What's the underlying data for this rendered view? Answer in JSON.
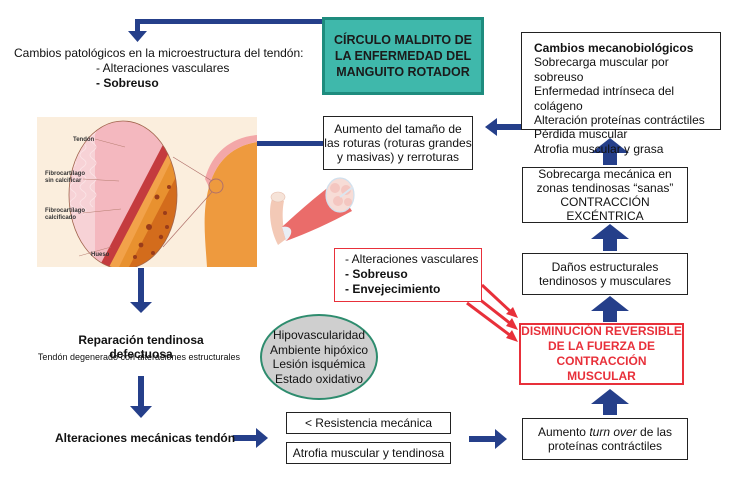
{
  "title": "CÍRCULO MALDITO DE LA ENFERMEDAD DEL MANGUITO ROTADOR",
  "title_lines": [
    "CÍRCULO MALDITO DE",
    "LA ENFERMEDAD DEL",
    "MANGUITO ROTADOR"
  ],
  "colors": {
    "arrow": "#253f8a",
    "title_fill": "#3fb8ab",
    "title_border": "#1e8c7e",
    "red": "#e8303a",
    "ellipse_fill": "#cfcfcf",
    "ellipse_border": "#2e8c6e"
  },
  "pathological": {
    "heading": "Cambios patológicos en la microestructura del tendón:",
    "items": [
      "- Alteraciones vasculares",
      "- Sobreuso"
    ]
  },
  "illustration": {
    "labels": [
      "Tendón",
      "Fibrocartílago sin calcificar",
      "Fibrocartílago calcificado",
      "Hueso"
    ],
    "label_lines": {
      "tendon": "Tendón",
      "fib_sin_1": "Fibrocartílago",
      "fib_sin_2": "sin calcificar",
      "fib_cal_1": "Fibrocartílago",
      "fib_cal_2": "calcificado",
      "hueso": "Hueso"
    }
  },
  "tear_box": {
    "lines": [
      "Aumento del tamaño de",
      "las roturas (roturas grandes",
      "y masivas) y rerroturas"
    ]
  },
  "mechanobiological": {
    "heading": "Cambios mecanobiológicos",
    "items": [
      "Sobrecarga muscular por sobreuso",
      "Enfermedad intrínseca del colágeno",
      "Alteración proteínas contráctiles",
      "Pérdida muscular",
      "Atrofia muscular y grasa"
    ]
  },
  "overload_box": {
    "lines": [
      "Sobrecarga mecánica en",
      "zonas tendinosas “sanas”",
      "CONTRACCIÓN EXCÉNTRICA"
    ]
  },
  "damage_box": {
    "lines": [
      "Daños estructurales",
      "tendinosos y musculares"
    ]
  },
  "risk_factors": {
    "items": [
      "- Alteraciones vasculares",
      "- Sobreuso",
      "- Envejecimiento"
    ]
  },
  "reversible_box": {
    "lines": [
      "DISMINUCIÓN REVERSIBLE",
      "DE LA FUERZA DE",
      "CONTRACCIÓN MUSCULAR"
    ]
  },
  "repair": {
    "heading": "Reparación tendinosa defectuosa",
    "subheading": "Tendón degenerado con alteraciones estructurales"
  },
  "ellipse": {
    "lines": [
      "Hipovascularidad",
      "Ambiente hipóxico",
      "Lesión isquémica",
      "Estado oxidativo"
    ]
  },
  "mechanical": {
    "label": "Alteraciones mecánicas tendón"
  },
  "resistance_box": {
    "text": "< Resistencia mecánica"
  },
  "atrophy_box": {
    "text": "Atrofia muscular y tendinosa"
  },
  "turnover_box": {
    "prefix": "Aumento ",
    "italic": "turn over",
    "suffix": " de las",
    "line2": "proteínas contráctiles"
  }
}
